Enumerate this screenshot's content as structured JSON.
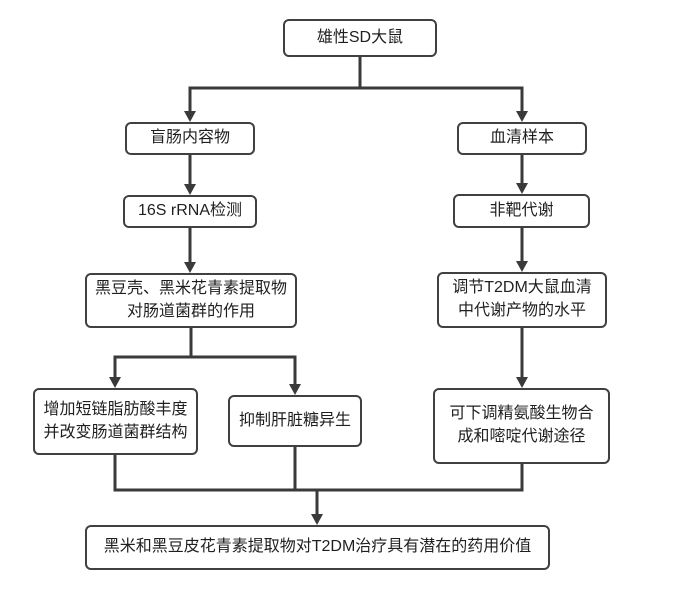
{
  "figure": {
    "type": "flowchart",
    "description": "Study flow diagram, T2DM rats and anthocyanin extracts"
  },
  "colors": {
    "line": "#3a3a3a",
    "node_border": "#404040",
    "node_fill": "#ffffff",
    "text": "#1f1f1f",
    "background": "#ffffff"
  },
  "nodes": {
    "male_sd_rats": {
      "label": "雄性SD大鼠"
    },
    "cecal_contents": {
      "label": "盲肠内容物"
    },
    "rrna_detection": {
      "label": "16S rRNA检测"
    },
    "extract_effect": {
      "label": "黑豆壳、黑米花青素提取物\n对肠道菌群的作用"
    },
    "scfa_abundance": {
      "label": "增加短链脂肪酸丰度\n并改变肠道菌群结构"
    },
    "liver_gluconeogenesis": {
      "label": "抑制肝脏糖异生"
    },
    "serum_sample": {
      "label": "血清样本"
    },
    "untargeted_metabolomics": {
      "label": "非靶代谢"
    },
    "regulate_metabolites": {
      "label": "调节T2DM大鼠血清\n中代谢产物的水平"
    },
    "downregulate_pathways": {
      "label": "可下调精氨酸生物合\n成和嘧啶代谢途径"
    },
    "conclusion": {
      "label": "黑米和黑豆皮花青素提取物对T2DM治疗具有潜在的药用价值"
    }
  }
}
